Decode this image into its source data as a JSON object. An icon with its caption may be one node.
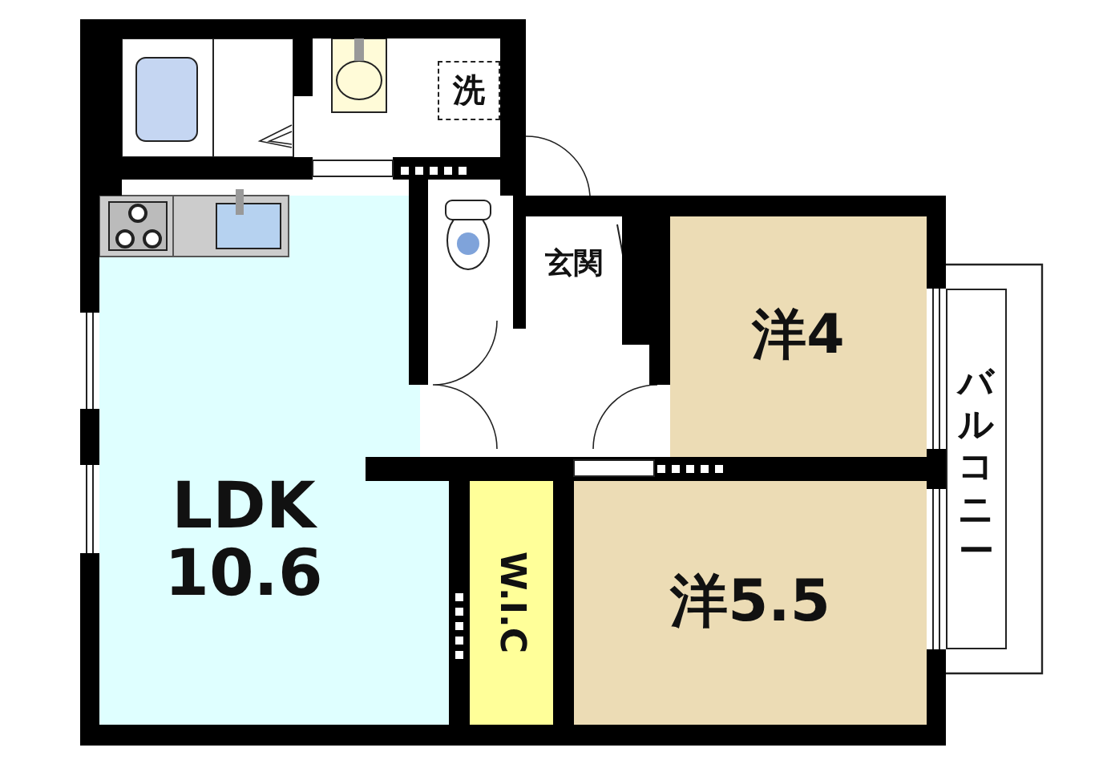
{
  "diagram": {
    "nodes": [
      {
        "text": [
          "洗"
        ]
      },
      {
        "text": [
          "LDK 10.6"
        ]
      },
      {
        "text": [
          "玄関"
        ]
      },
      {
        "text": [
          "洋4"
        ]
      },
      {
        "text": [
          "W.I.C"
        ]
      },
      {
        "text": [
          "洋5.5"
        ]
      },
      {
        "text": [
          "バルコニー"
        ]
      }
    ]
  }
}
